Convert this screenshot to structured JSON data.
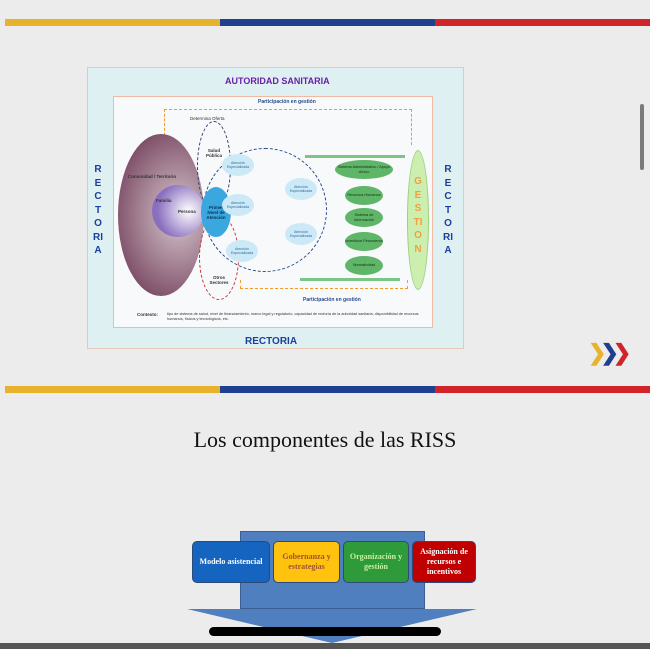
{
  "slide1": {
    "top_label": "AUTORIDAD SANITARIA",
    "bottom_label": "RECTORIA",
    "left_vertical": "RECTORIA",
    "right_vertical": "RECTORIA",
    "gestion": "GESTION",
    "participacion_top": "Participación en gestión",
    "participacion_bottom": "Participación en gestión",
    "determina_oferta": "Determina Oferta",
    "comunidad": "Comunidad / Territorio",
    "familia": "Familia",
    "persona": "Persona",
    "salud_publica": "Salud Pública",
    "otros_sectores": "Otros Sectores",
    "primer_nivel": "Primer Nivel de Atención",
    "atencion": "Atención Especializada",
    "gestion_items": [
      "Sistema Administrativo / Apoyo clínico",
      "Recursos Humanos",
      "Sistema de Información",
      "Incentivos Financieros",
      "Normatividad"
    ],
    "contexto_label": "Contexto:",
    "contexto_text": "tipo de sistema de salud, nivel de financiamiento, marco legal y regulatorio, capacidad de rectoría de la autoridad sanitaria, disponibilidad de recursos humanos, físicos y tecnológicos, etc."
  },
  "slide2": {
    "title": "Los componentes de las RISS",
    "components": [
      {
        "label": "Modelo asistencial",
        "color": "#1565c0",
        "text": "#ffffff"
      },
      {
        "label": "Gobernanza y estrategias",
        "color": "#ffc20e",
        "text": "#a0522d"
      },
      {
        "label": "Organización y gestión",
        "color": "#2e9a3a",
        "text": "#c8f0a0"
      },
      {
        "label": "Asignación de recursos e incentivos",
        "color": "#c00000",
        "text": "#ffffff"
      }
    ]
  },
  "colors": {
    "yellow": "#e8b32c",
    "blue": "#1f3f8f",
    "red": "#d0242b"
  }
}
